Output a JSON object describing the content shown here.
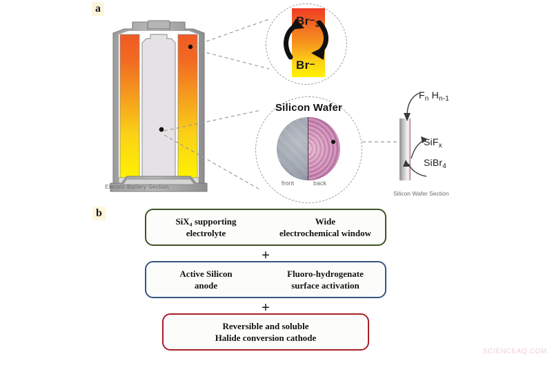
{
  "figure": {
    "panel_a_letter": "a",
    "panel_b_letter": "b"
  },
  "panel_a": {
    "battery": {
      "caption": "Electric Battery Section",
      "casing_color": "#a8a8a8",
      "electrode_gradient_top": "#ef5a24",
      "electrode_gradient_bottom": "#fff200",
      "separator_color": "#e6e1e4"
    },
    "bromine_callout": {
      "species_oxidized": "Br",
      "species_oxidized_sub": "3",
      "species_oxidized_charge": "–",
      "species_reduced": "Br",
      "species_reduced_charge": "–",
      "gradient_top": "#ef3b24",
      "gradient_bottom": "#fff200"
    },
    "wafer_callout": {
      "title": "Silicon Wafer",
      "front_label": "front",
      "back_label": "back",
      "front_color": "#9aa2ae",
      "back_color": "#cd86b2"
    },
    "wafer_section": {
      "caption": "Silicon Wafer Section",
      "top_label_main": "F",
      "top_label_sub1": "n",
      "top_label_main2": "H",
      "top_label_sub2": "n-1",
      "mid_label": "SiF",
      "mid_label_sub": "x",
      "bottom_label": "SiBr",
      "bottom_label_sub": "4"
    }
  },
  "panel_b": {
    "plus_symbol": "+",
    "boxes": [
      {
        "name": "electrolyte",
        "border_color": "#3d5226",
        "left_text_line1": "SiX₄ supporting",
        "left_text_line2": "electrolyte",
        "right_text_line1": "Wide",
        "right_text_line2": "electrochemical window"
      },
      {
        "name": "anode",
        "border_color": "#355580",
        "left_text_line1": "Active Silicon",
        "left_text_line2": "anode",
        "right_text_line1": "Fluoro-hydrogenate",
        "right_text_line2": "surface activation"
      },
      {
        "name": "cathode",
        "border_color": "#a81f25",
        "left_text_line1": "Reversible and soluble",
        "left_text_line2": "Halide conversion cathode",
        "right_text_line1": "",
        "right_text_line2": ""
      }
    ]
  },
  "watermark": {
    "text": "SCIENCEAQ.COM"
  }
}
